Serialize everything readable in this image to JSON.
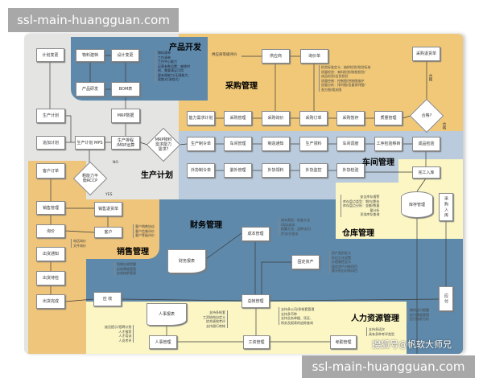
{
  "colors": {
    "background": "#e4e4e2",
    "product_dev": "#5e89ab",
    "purchase": "#f0c878",
    "workshop": "#b9cbdc",
    "sales": "#eec57a",
    "finance": "#5e89ab",
    "warehouse": "#fbf6c4",
    "hr": "#fbf6c4"
  },
  "watermark_top": "ssl-main-huangguan.com",
  "watermark_bottom": "ssl-main-huangguan.com",
  "source_watermark": "搜狐号@帆软大师兄",
  "sections": {
    "product_dev": "产品开发",
    "purchase": "采购管理",
    "production_plan": "生产计划",
    "workshop": "车间管理",
    "sales": "销售管理",
    "finance": "财务管理",
    "warehouse": "仓库管理",
    "hr": "人力资源管理"
  },
  "boxes": [
    {
      "id": "plan_change",
      "label": "计划变更"
    },
    {
      "id": "material_file",
      "label": "物料建档"
    },
    {
      "id": "design_change",
      "label": "设计变更"
    },
    {
      "id": "product_rd",
      "label": "产品研发"
    },
    {
      "id": "bom",
      "label": "BOM表"
    },
    {
      "id": "prod_plan",
      "label": "生产计划"
    },
    {
      "id": "mrp_data",
      "label": "MRP数据"
    },
    {
      "id": "add_plan",
      "label": "追加计划"
    },
    {
      "id": "mps",
      "label": "生产计划 MPS"
    },
    {
      "id": "mrp_calc",
      "label": "生产排程 /MRP运算"
    },
    {
      "id": "cust_order",
      "label": "客户订单"
    },
    {
      "id": "supplier",
      "label": "供应商"
    },
    {
      "id": "inquiry_sheet",
      "label": "询价单"
    },
    {
      "id": "purchase_return",
      "label": "采购退货单"
    },
    {
      "id": "capacity_plan",
      "label": "能力需求计划"
    },
    {
      "id": "purchase_mgmt",
      "label": "采购管理"
    },
    {
      "id": "purchase_inquiry",
      "label": "采购询价"
    },
    {
      "id": "purchase_order",
      "label": "采购订单"
    },
    {
      "id": "purchase_temp",
      "label": "采购暂存"
    },
    {
      "id": "quality_mgmt",
      "label": "质量管理"
    },
    {
      "id": "prod_order",
      "label": "生产制令单"
    },
    {
      "id": "workshop_mgmt",
      "label": "车间管理"
    },
    {
      "id": "mfg_notice",
      "label": "制造通知"
    },
    {
      "id": "prod_material",
      "label": "生产领料"
    },
    {
      "id": "workshop_dispatch",
      "label": "车间调度"
    },
    {
      "id": "process_inspect",
      "label": "工序检验移转"
    },
    {
      "id": "product_inspect",
      "label": "成品检验"
    },
    {
      "id": "outsource_order",
      "label": "外协制令单"
    },
    {
      "id": "outsource_mgmt",
      "label": "委外管理"
    },
    {
      "id": "outsource_material",
      "label": "外协领料"
    },
    {
      "id": "outsource_monitor",
      "label": "外协监控"
    },
    {
      "id": "outsource_inspect",
      "label": "外协检验"
    },
    {
      "id": "finished_stock",
      "label": "完工入库"
    },
    {
      "id": "sales_mgmt",
      "label": "销售管理"
    },
    {
      "id": "sales_return",
      "label": "销售退货单"
    },
    {
      "id": "inquiry",
      "label": "询价"
    },
    {
      "id": "customer",
      "label": "客户"
    },
    {
      "id": "ship_notice",
      "label": "出货通知"
    },
    {
      "id": "ship_inspect",
      "label": "出货待检"
    },
    {
      "id": "ship_done",
      "label": "出货完成"
    },
    {
      "id": "receivable",
      "label": "应 收"
    },
    {
      "id": "cost_mgmt",
      "label": "成本管理"
    },
    {
      "id": "fixed_assets",
      "label": "固定资产"
    },
    {
      "id": "ledger",
      "label": "总帐管理"
    },
    {
      "id": "hr_mgmt",
      "label": "人事管理"
    },
    {
      "id": "payroll",
      "label": "工资管理"
    },
    {
      "id": "attendance",
      "label": "考勤管理"
    },
    {
      "id": "inventory",
      "label": "库存管理"
    },
    {
      "id": "purchase_stockin",
      "label": "采购入库"
    },
    {
      "id": "payable",
      "label": "应付"
    },
    {
      "id": "finance_report",
      "label": "财务报表"
    },
    {
      "id": "hr_report",
      "label": "人事报表"
    }
  ],
  "decisions": [
    {
      "id": "mrp_need",
      "label": "MRP物料需求能力需求?"
    },
    {
      "id": "rccp",
      "label": "粗能力平衡RCCP"
    },
    {
      "id": "qualified",
      "label": "合格?"
    }
  ],
  "labels": {
    "no": "NO",
    "yes": "YES",
    "qualified1": "合格",
    "qualified2": "合格",
    "supplier_rating": "供应商等级评价"
  },
  "notes": {
    "product_dev": "物料清单\n工作清单\n工作中心能力\n运营参数设置：被挑供\n给、需要满足可用\n量有限能力/无限能力、\n离散式/流程式）",
    "quality": "检验标准定义、抽样检验/检验标准\n质量检验：来料检验/制程检验/\n成品检验/出货检验\n质量控制：控制图/控制图维护\n质量分析：排列图/含量排列图/\n直方图/相关图",
    "customer": "客户销售协议\n客户信誉评价\n客户等级评价",
    "inquiry": "电话询价\n文件询价",
    "receivable": "到期应收提醒\n应收票据管理\n应收帐龄管理",
    "warehouse": "安全库存报警\n库存盘点类型：期内/期末\n库存盘点分析：金额/数量\n量分析\n呆滞库存查询",
    "cost": "成本类型：标准方法\n/实际成本\n核算方法：品种法/分\n步法/分批法",
    "fixed_assets": "资产类别定义\n折旧方法设置\n计提属性定义\n固定资产对帐科目\n累计折旧对帐科目",
    "ledger": "支持多公司/多帐套管理\n支持多币种\n支持业务单据、凭证、\n财务及报表的追踪查询",
    "payable": "期间应付提醒\n应付票据管理\n应付帐龄分析",
    "hr": "缺员提示/招聘计划\n人才推荐\n人才培训\n人员考评",
    "payroll": "支持多帐套\n工资结构自定义\n综合绩效考评\n支持银行转帐",
    "attendance": "支持多班次\n具有多种考评类型"
  }
}
